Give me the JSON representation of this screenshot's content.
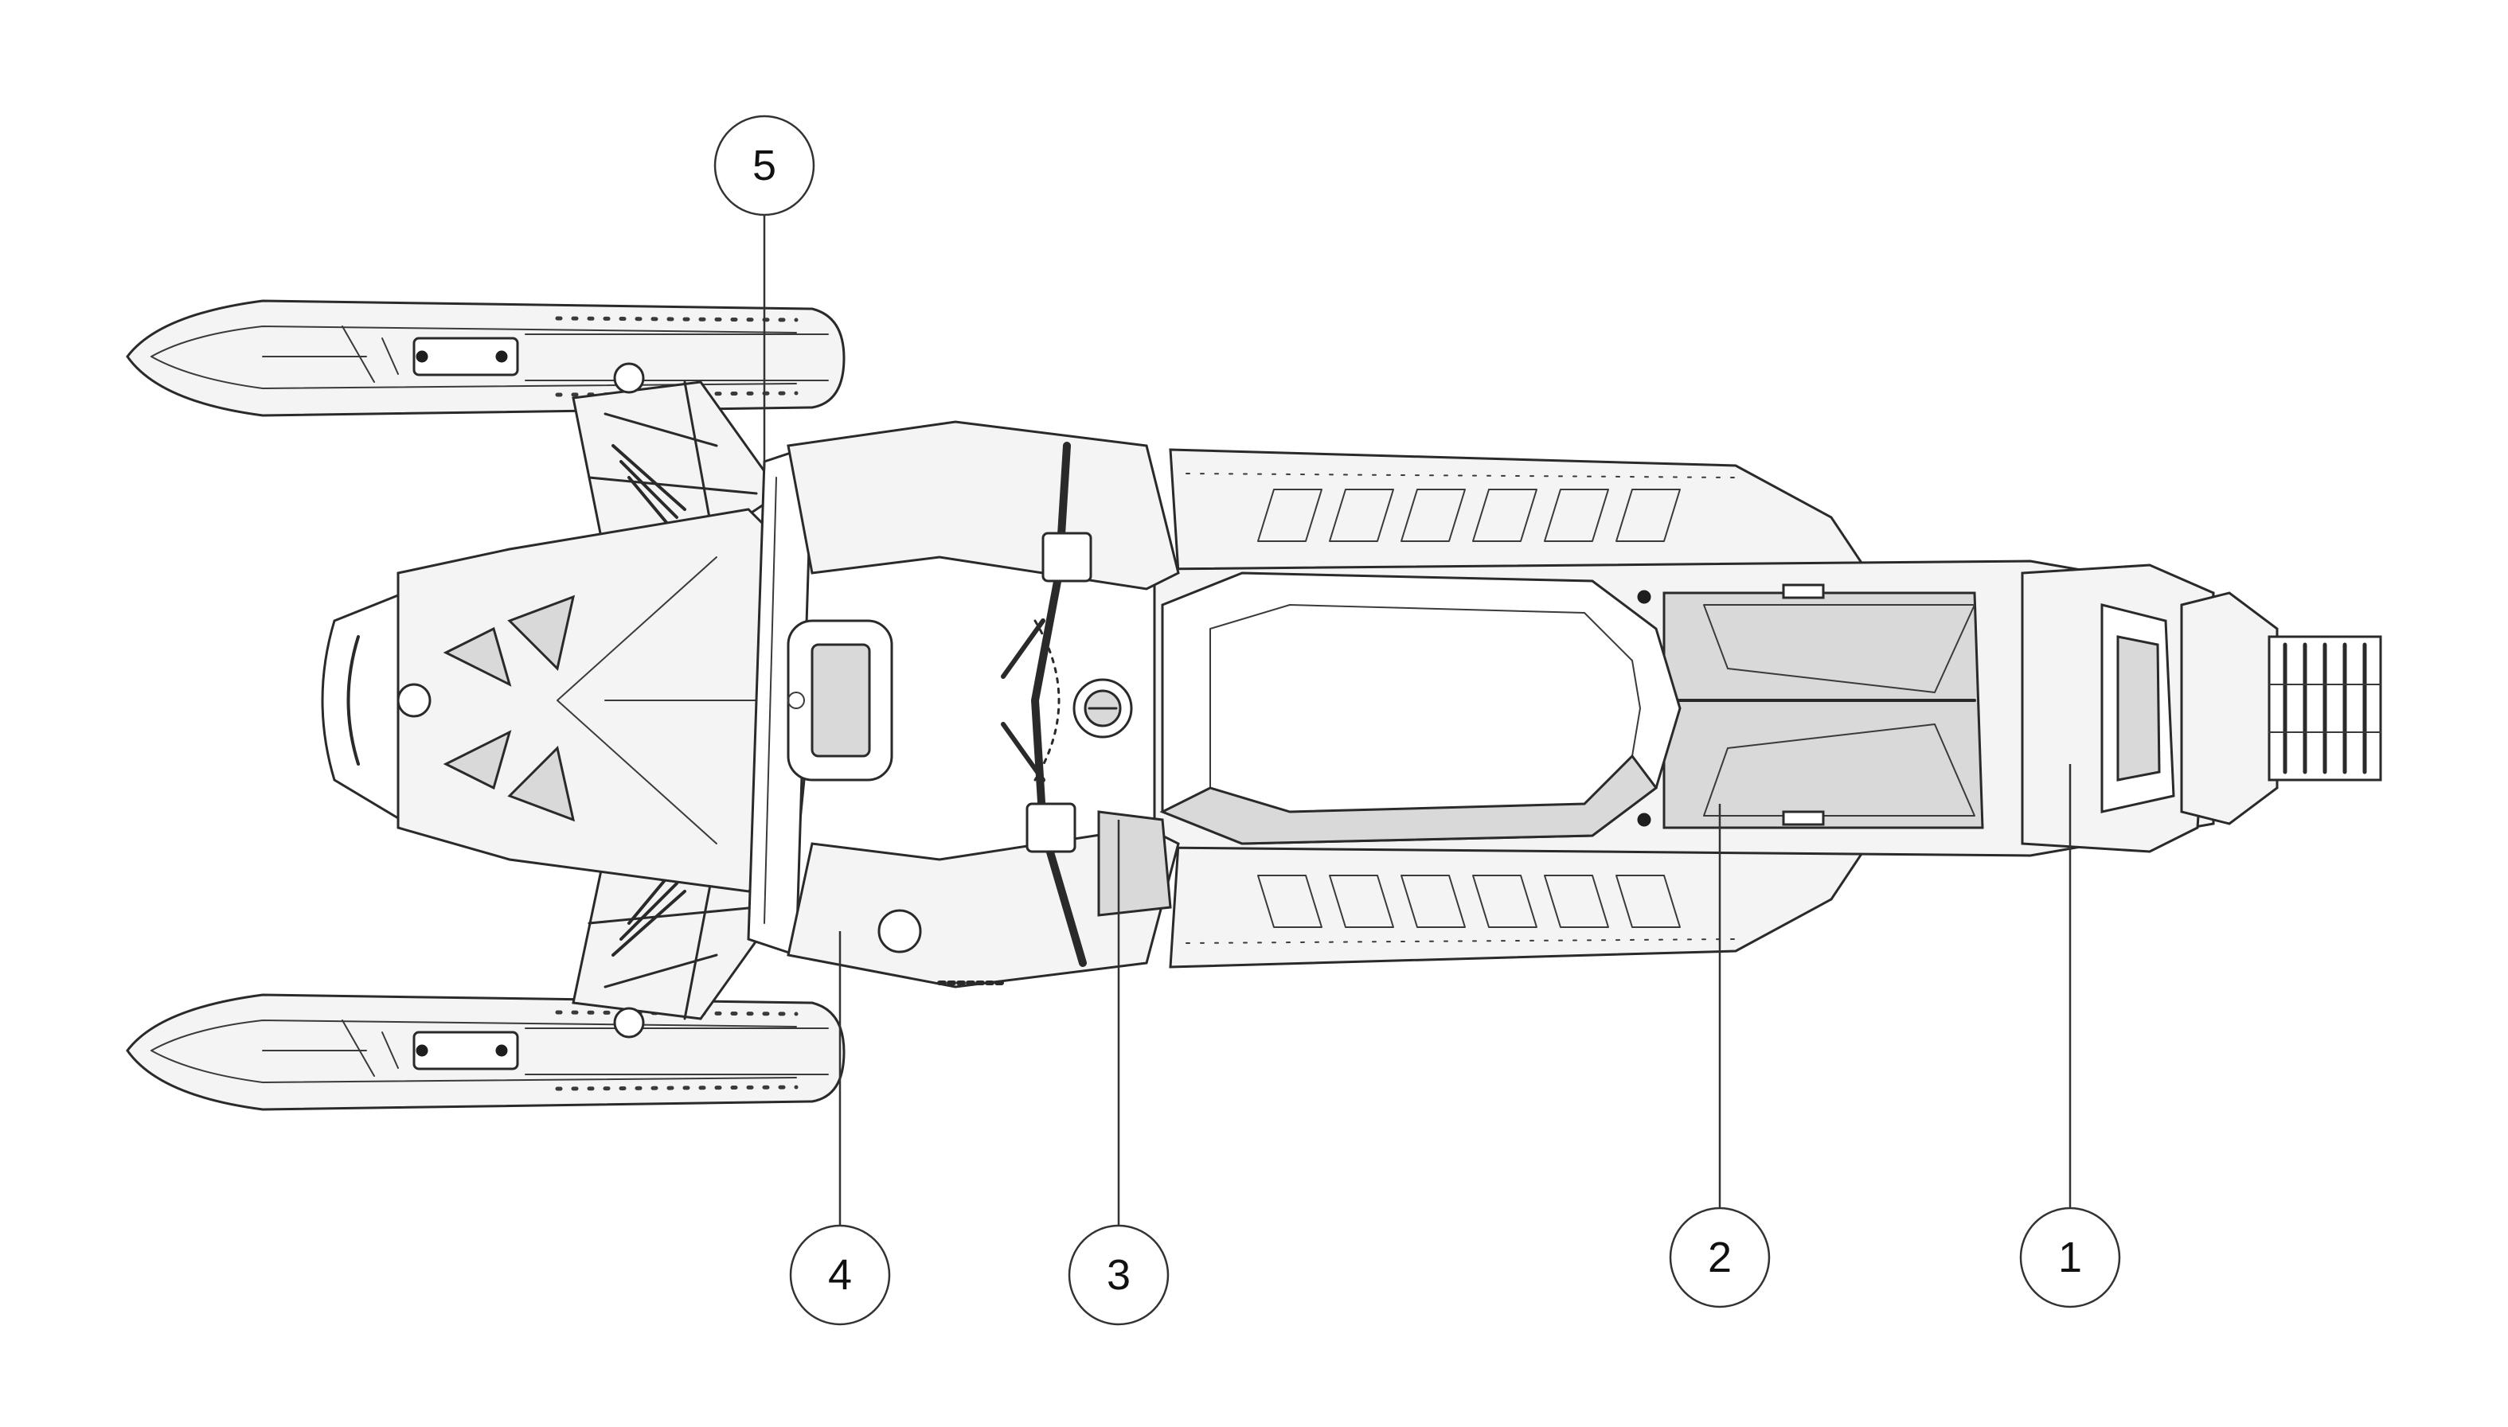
{
  "callouts": [
    {
      "id": "1",
      "label": "1"
    },
    {
      "id": "2",
      "label": "2"
    },
    {
      "id": "3",
      "label": "3"
    },
    {
      "id": "4",
      "label": "4"
    },
    {
      "id": "5",
      "label": "5"
    }
  ],
  "colors": {
    "line": "#2a2a2a",
    "panel_fill": "#f4f4f4",
    "panel_shade": "#d9d9d9",
    "background": "#ffffff"
  },
  "icons": {
    "subject": "snowmobile-top-view-illustration"
  }
}
